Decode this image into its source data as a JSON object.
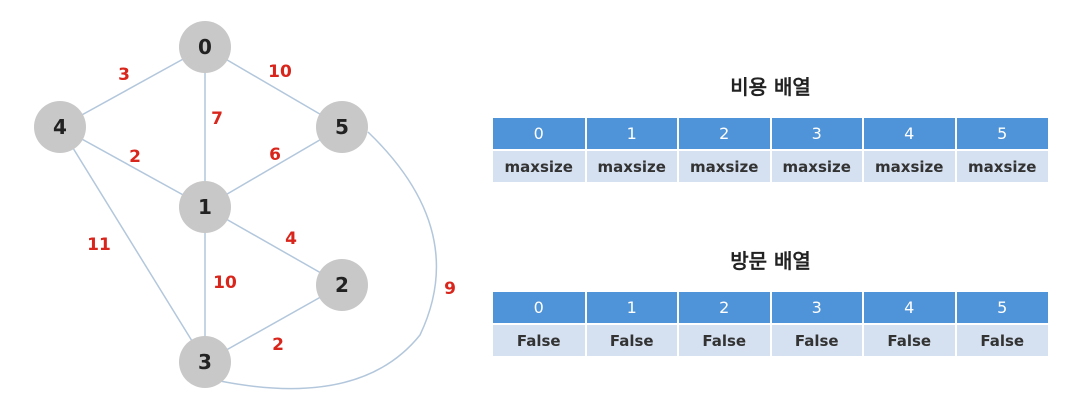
{
  "graph": {
    "nodes": [
      {
        "id": "0",
        "label": "0"
      },
      {
        "id": "1",
        "label": "1"
      },
      {
        "id": "2",
        "label": "2"
      },
      {
        "id": "3",
        "label": "3"
      },
      {
        "id": "4",
        "label": "4"
      },
      {
        "id": "5",
        "label": "5"
      }
    ],
    "edges": [
      {
        "from": "0",
        "to": "4",
        "weight": "3"
      },
      {
        "from": "0",
        "to": "5",
        "weight": "10"
      },
      {
        "from": "0",
        "to": "1",
        "weight": "7"
      },
      {
        "from": "4",
        "to": "1",
        "weight": "2"
      },
      {
        "from": "5",
        "to": "1",
        "weight": "6"
      },
      {
        "from": "1",
        "to": "2",
        "weight": "4"
      },
      {
        "from": "4",
        "to": "3",
        "weight": "11"
      },
      {
        "from": "1",
        "to": "3",
        "weight": "10"
      },
      {
        "from": "2",
        "to": "3",
        "weight": "2"
      },
      {
        "from": "5",
        "to": "3",
        "weight": "9"
      }
    ],
    "colors": {
      "node_fill": "#c8c8c8",
      "edge": "#b3c7dc",
      "weight": "#d9261c"
    }
  },
  "cost_array": {
    "title": "비용 배열",
    "indices": [
      "0",
      "1",
      "2",
      "3",
      "4",
      "5"
    ],
    "values": [
      "maxsize",
      "maxsize",
      "maxsize",
      "maxsize",
      "maxsize",
      "maxsize"
    ]
  },
  "visited_array": {
    "title": "방문 배열",
    "indices": [
      "0",
      "1",
      "2",
      "3",
      "4",
      "5"
    ],
    "values": [
      "False",
      "False",
      "False",
      "False",
      "False",
      "False"
    ]
  },
  "colors": {
    "header_fill": "#4f93d8",
    "value_fill": "#d5e1f1"
  }
}
